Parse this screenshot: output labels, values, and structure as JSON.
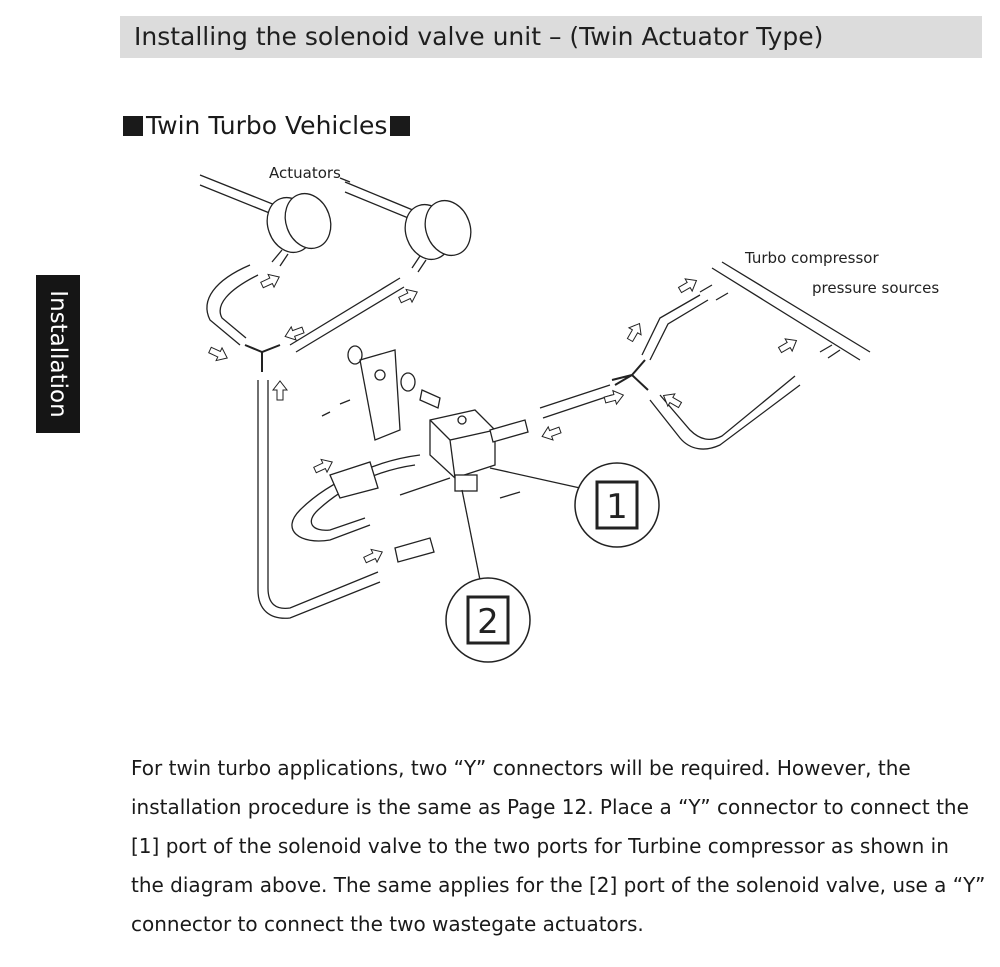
{
  "header": {
    "title": "Installing the solenoid valve unit – (Twin Actuator Type)"
  },
  "side_tab": {
    "label": "Installation"
  },
  "section": {
    "title": "Twin Turbo Vehicles"
  },
  "diagram": {
    "label_actuators": "Actuators",
    "label_turbo_line1": "Turbo compressor",
    "label_turbo_line2": "pressure sources",
    "callout_1": "1",
    "callout_2": "2"
  },
  "body": {
    "lines": [
      "For twin turbo applications, two “Y” connectors will be required. However, the",
      "installation procedure is the same as Page 12.  Place a “Y” connector to connect the",
      "[1] port of the solenoid valve to the two ports for Turbine compressor as shown in",
      "the diagram above. The same applies for the [2] port of the solenoid valve, use a “Y”",
      "connector to connect the two wastegate actuators."
    ]
  }
}
